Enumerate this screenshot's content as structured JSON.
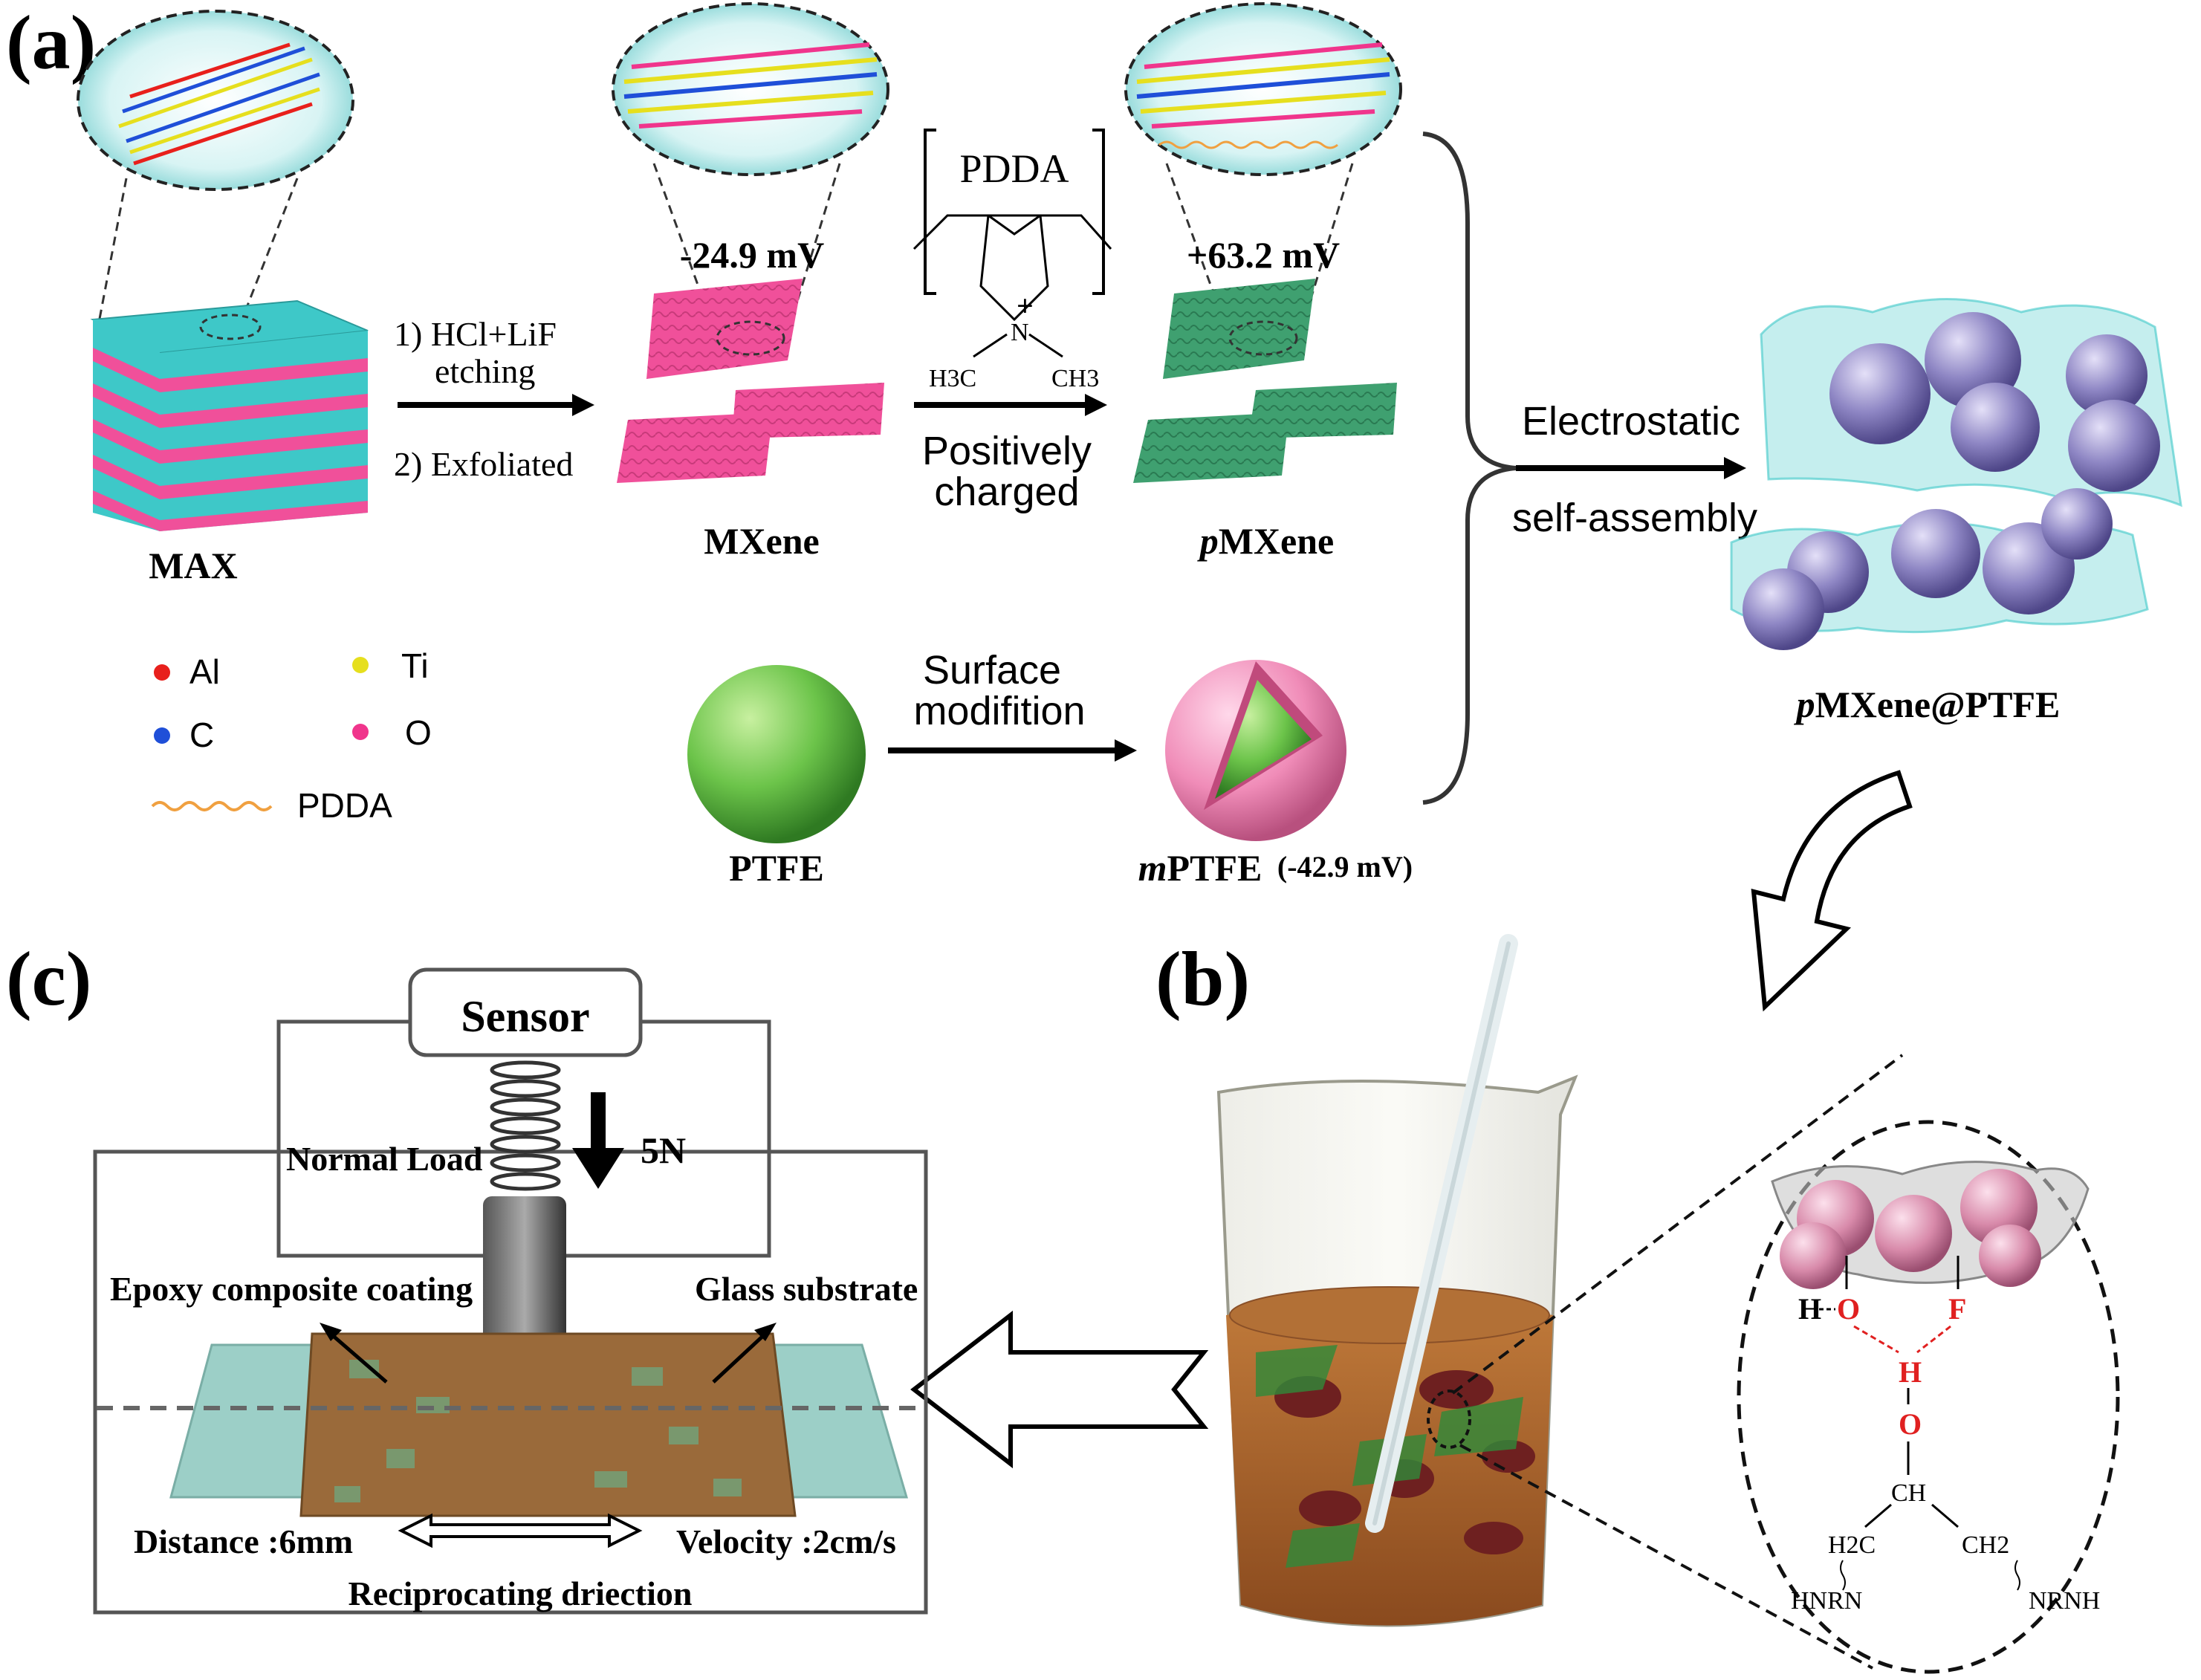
{
  "panels": {
    "a": "(a)",
    "b": "(b)",
    "c": "(c)"
  },
  "materials": {
    "max": "MAX",
    "mxene": "MXene",
    "pmxene_prefix": "p",
    "pmxene_main": "MXene",
    "ptfe": "PTFE",
    "mptfe_prefix": "m",
    "mptfe_main": "PTFE",
    "product_prefix": "p",
    "product_main": "MXene@PTFE"
  },
  "zeta": {
    "mxene": "-24.9 mV",
    "pmxene": "+63.2 mV",
    "mptfe": "(-42.9 mV)"
  },
  "steps": {
    "etch_1": "1) HCl+LiF",
    "etch_1b": "etching",
    "etch_2": "2) Exfoliated",
    "pdda": "PDDA",
    "h3c": "H3C",
    "ch3": "CH3",
    "n_plus": "N",
    "plus": "+",
    "positively": "Positively",
    "charged": "charged",
    "surface": "Surface",
    "modification": "modifition",
    "electrostatic": "Electrostatic",
    "self_assembly": "self-assembly"
  },
  "legend": {
    "al": "Al",
    "ti": "Ti",
    "c": "C",
    "o": "O",
    "pdda": "PDDA"
  },
  "colors": {
    "al": "#e8201c",
    "ti": "#e6df1e",
    "c": "#1f4fd8",
    "o": "#f0358c",
    "pdda": "#f0a040",
    "mxene": "#f0509a",
    "pmxene": "#3fa070",
    "ptfe": "#6cc44a",
    "shell": "#f08cb8",
    "sphere": "#8e86c4",
    "teal": "#3ec8c8",
    "coating": "#9a6a3a",
    "glass": "#9ccfc7"
  },
  "tribometer": {
    "sensor": "Sensor",
    "load": "5N",
    "normal_load": "Normal Load",
    "coating": "Epoxy composite coating",
    "glass": "Glass substrate",
    "distance": "Distance :6mm",
    "velocity": "Velocity :2cm/s",
    "direction": "Reciprocating driection"
  },
  "chemistry": {
    "h": "H",
    "o": "O",
    "f": "F",
    "h_mid": "H",
    "o_mid": "O",
    "ch": "CH",
    "h2c": "H2C",
    "ch2": "CH2",
    "hnrn": "HNRN",
    "nrnh": "NRNH"
  }
}
